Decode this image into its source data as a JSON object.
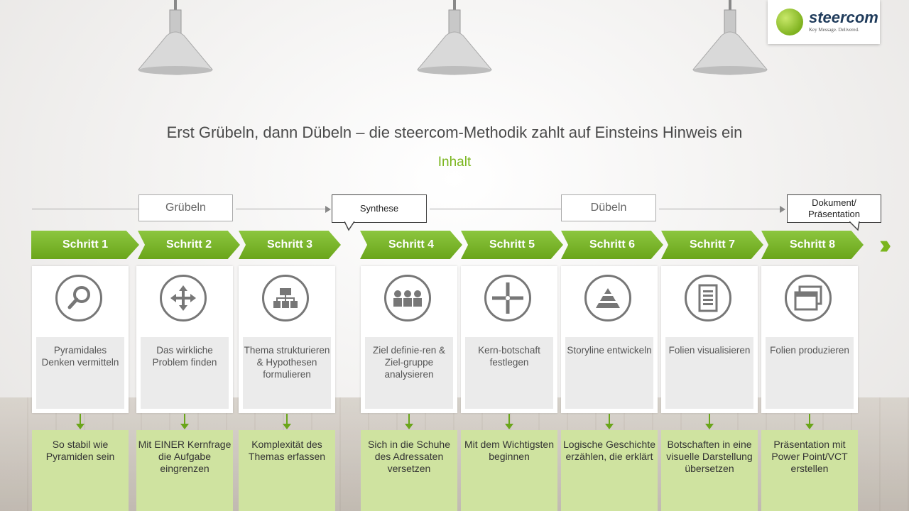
{
  "title": "Erst Grübeln, dann Dübeln – die steercom-Methodik zahlt auf Einsteins Hinweis ein",
  "subtitle": "Inhalt",
  "logo": {
    "name": "steercom",
    "tagline": "Key Message. Delivered."
  },
  "phases": {
    "grubeln": "Grübeln",
    "synthese": "Synthese",
    "dubeln": "Dübeln",
    "dokument": "Dokument/ Präsentation"
  },
  "steps": [
    {
      "label": "Schritt 1",
      "text": "Pyramidales Denken vermitteln",
      "benefit": "So stabil wie Pyramiden sein",
      "icon": "magnifier-icon"
    },
    {
      "label": "Schritt 2",
      "text": "Das wirkliche Problem finden",
      "benefit": "Mit EINER Kernfrage die Aufgabe eingrenzen",
      "icon": "move-arrows-icon"
    },
    {
      "label": "Schritt 3",
      "text": "Thema strukturieren & Hypothesen formulieren",
      "benefit": "Komplexität des Themas erfassen",
      "icon": "hierarchy-icon"
    },
    {
      "label": "Schritt 4",
      "text": "Ziel definie-ren & Ziel-gruppe analysieren",
      "benefit": "Sich in die Schuhe des Adressaten versetzen",
      "icon": "group-icon"
    },
    {
      "label": "Schritt 5",
      "text": "Kern-botschaft festlegen",
      "benefit": "Mit dem Wichtigsten beginnen",
      "icon": "crosshair-icon"
    },
    {
      "label": "Schritt 6",
      "text": "Storyline entwickeln",
      "benefit": "Logische Geschichte erzählen, die erklärt",
      "icon": "pyramid-icon"
    },
    {
      "label": "Schritt 7",
      "text": "Folien visualisieren",
      "benefit": "Botschaften in eine visuelle Darstellung übersetzen",
      "icon": "document-icon"
    },
    {
      "label": "Schritt 8",
      "text": "Folien produzieren",
      "benefit": "Präsentation mit Power Point/VCT erstellen",
      "icon": "windows-icon"
    }
  ],
  "colors": {
    "accent": "#7ab51d",
    "step_green": "#8cc63f",
    "benefit_bg": "#cfe3a0"
  }
}
